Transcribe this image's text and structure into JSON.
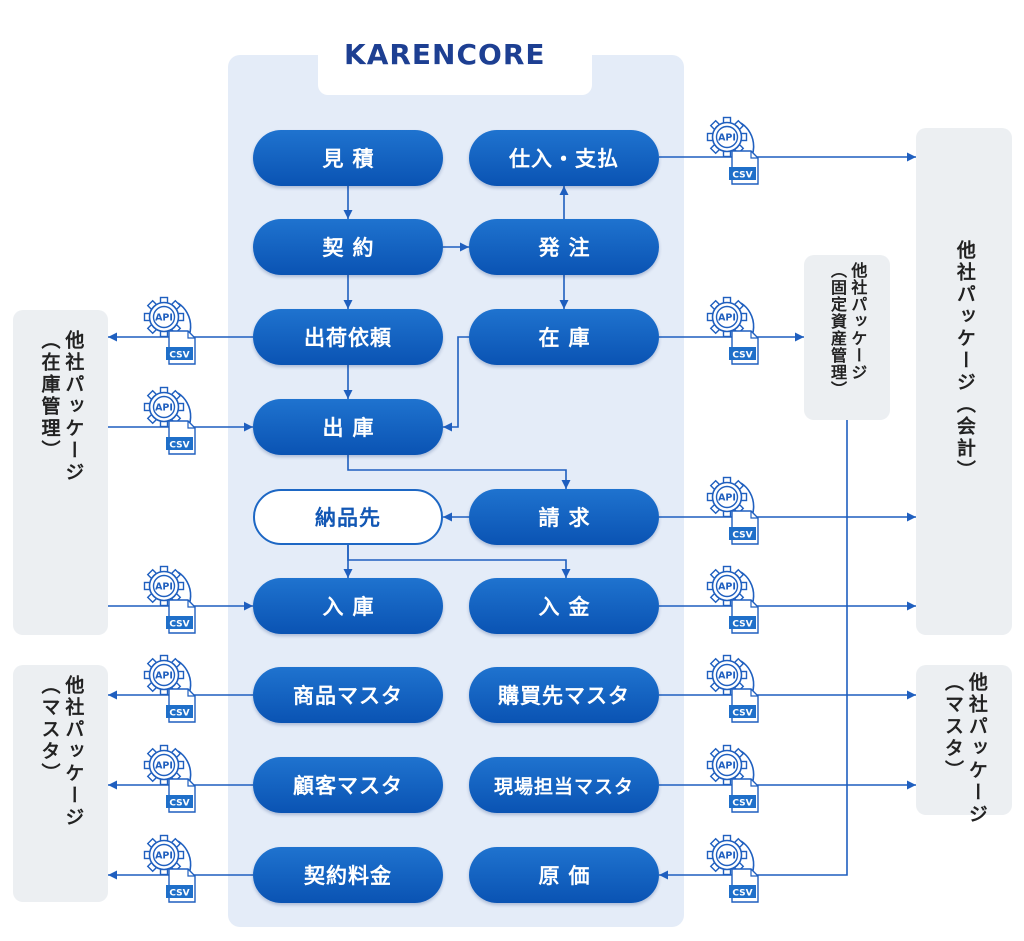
{
  "logo": {
    "text": "KARENCORE"
  },
  "api_label": "API",
  "csv_label": "CSV",
  "colors": {
    "primary": "#0d5ab8",
    "panel": "#e4ecf8",
    "side_panel": "#eceff2",
    "line": "#1f5fbf"
  },
  "icons": [
    "gear-api-icon",
    "csv-file-icon",
    "arrow-icon"
  ],
  "nodes": {
    "mitsumori": "見積",
    "keiyaku": "契約",
    "shukka_irai": "出荷依頼",
    "shukko": "出庫",
    "nohinsaki": "納品先",
    "nyuko": "入庫",
    "shohin_master": "商品マスタ",
    "kokyaku_master": "顧客マスタ",
    "keiyaku_ryokin": "契約料金",
    "shiire_shiharai": "仕入・支払",
    "hatchu": "発注",
    "zaiko": "在庫",
    "seikyu": "請求",
    "nyukin": "入金",
    "konyusaki_master": "購買先マスタ",
    "genba_tanto_master": "現場担当マスタ",
    "genka": "原価"
  },
  "external": {
    "left_zaiko": {
      "line1": "他社パッケージ",
      "line2": "（在庫管理）"
    },
    "left_master": {
      "line1": "他社パッケージ",
      "line2": "（マスタ）"
    },
    "kotei_shisan": {
      "line1": "他社パッケージ",
      "line2": "（固定資産管理）"
    },
    "kaikei": {
      "line1": "他社パッケージ（会計）"
    },
    "right_master": {
      "line1": "他社パッケージ",
      "line2": "（マスタ）"
    }
  }
}
